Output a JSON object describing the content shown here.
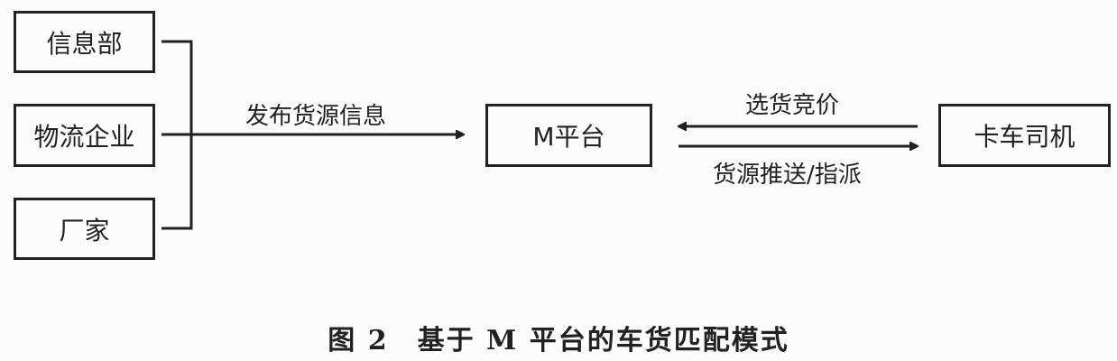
{
  "sources": [
    "信息部",
    "物流企业",
    "厂家"
  ],
  "platform": "M平台",
  "driver": "卡车司机",
  "edges": {
    "publish": "发布货源信息",
    "bid": "选货竞价",
    "push": "货源推送/指派"
  },
  "caption": "图 2　基于 M 平台的车货匹配模式"
}
